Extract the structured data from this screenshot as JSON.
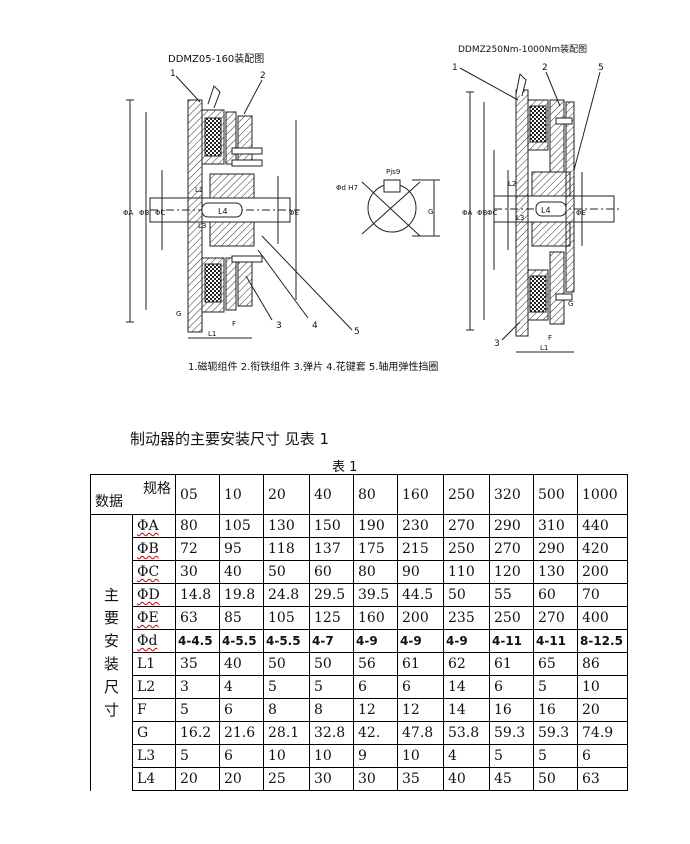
{
  "drawing": {
    "left_title": "DDMZ05-160装配图",
    "right_title": "DDMZ250Nm-1000Nm装配图",
    "parts_caption": "1.磁轭组件 2.衔铁组件 3.弹片 4.花键套 5.轴用弹性挡圈",
    "part_numbers": [
      "1",
      "2",
      "3",
      "4",
      "5"
    ],
    "left_dims": [
      "ΦA",
      "ΦB",
      "ΦC",
      "ΦE",
      "L2",
      "L3",
      "L4",
      "L1",
      "G",
      "F"
    ],
    "right_dims": [
      "ΦA",
      "ΦB",
      "ΦC",
      "ΦE",
      "L2",
      "L3",
      "L4",
      "L1",
      "F",
      "G"
    ],
    "keyway_labels": [
      "Φd",
      "Pjs9",
      "G"
    ]
  },
  "heading": "制动器的主要安装尺寸 见表 1",
  "table_label": "表 1",
  "table": {
    "corner_top": "规格",
    "corner_bottom": "数据",
    "side_label": [
      "主",
      "要",
      "安",
      "装",
      "尺",
      "寸"
    ],
    "specs": [
      "05",
      "10",
      "20",
      "40",
      "80",
      "160",
      "250",
      "320",
      "500",
      "1000"
    ],
    "rows": [
      {
        "label": "ΦA",
        "values": [
          "80",
          "105",
          "130",
          "150",
          "190",
          "230",
          "270",
          "290",
          "310",
          "440"
        ]
      },
      {
        "label": "ΦB",
        "values": [
          "72",
          "95",
          "118",
          "137",
          "175",
          "215",
          "250",
          "270",
          "290",
          "420"
        ]
      },
      {
        "label": "ΦC",
        "values": [
          "30",
          "40",
          "50",
          "60",
          "80",
          "90",
          "110",
          "120",
          "130",
          "200"
        ]
      },
      {
        "label": "ΦD",
        "values": [
          "14.8",
          "19.8",
          "24.8",
          "29.5",
          "39.5",
          "44.5",
          "50",
          "55",
          "60",
          "70"
        ]
      },
      {
        "label": "ΦE",
        "values": [
          "63",
          "85",
          "105",
          "125",
          "160",
          "200",
          "235",
          "250",
          "270",
          "400"
        ]
      },
      {
        "label": "Φd",
        "values": [
          "4-4.5",
          "4-5.5",
          "4-5.5",
          "4-7",
          "4-9",
          "4-9",
          "4-9",
          "4-11",
          "4-11",
          "8-12.5"
        ]
      },
      {
        "label": "L1",
        "values": [
          "35",
          "40",
          "50",
          "50",
          "56",
          "61",
          "62",
          "61",
          "65",
          "86"
        ]
      },
      {
        "label": "L2",
        "values": [
          "3",
          "4",
          "5",
          "5",
          "6",
          "6",
          "14",
          "6",
          "5",
          "10"
        ]
      },
      {
        "label": "F",
        "values": [
          "5",
          "6",
          "8",
          "8",
          "12",
          "12",
          "14",
          "16",
          "16",
          "20"
        ]
      },
      {
        "label": "G",
        "values": [
          "16.2",
          "21.6",
          "28.1",
          "32.8",
          "42.",
          "47.8",
          "53.8",
          "59.3",
          "59.3",
          "74.9"
        ]
      },
      {
        "label": "L3",
        "values": [
          "5",
          "6",
          "10",
          "10",
          "9",
          "10",
          "4",
          "5",
          "5",
          "6"
        ]
      },
      {
        "label": "L4",
        "values": [
          "20",
          "20",
          "25",
          "30",
          "30",
          "35",
          "40",
          "45",
          "50",
          "63"
        ]
      }
    ]
  }
}
